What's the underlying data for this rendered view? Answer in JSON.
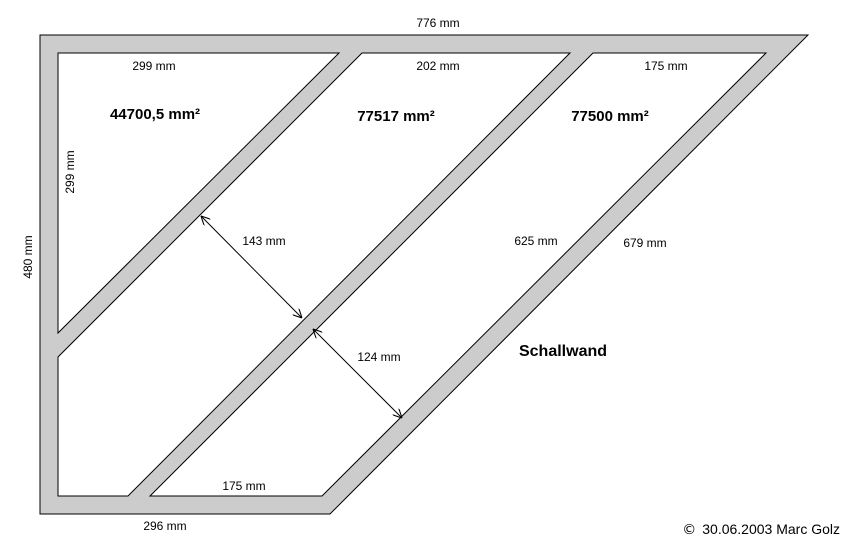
{
  "colors": {
    "wall": "#cccccc",
    "outline": "#000000",
    "background": "#ffffff"
  },
  "dimensions": {
    "top_total": "776 mm",
    "top_left": "299 mm",
    "top_middle": "202 mm",
    "top_right": "175 mm",
    "left_total": "480 mm",
    "left_inner": "299 mm",
    "bottom_total": "296 mm",
    "bottom_inner": "175 mm",
    "gap_upper": "143 mm",
    "gap_lower": "124 mm",
    "diag_inner": "625 mm",
    "diag_outer": "679 mm"
  },
  "areas": {
    "left": "44700,5 mm²",
    "middle": "77517 mm²",
    "right": "77500 mm²"
  },
  "label_front": "Schallwand",
  "copyright": {
    "symbol": "©",
    "text": "30.06.2003 Marc Golz"
  }
}
